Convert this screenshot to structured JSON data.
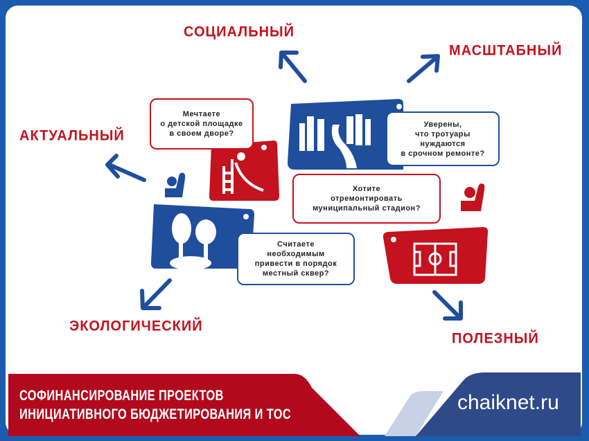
{
  "labels": {
    "social": "СОЦИАЛЬНЫЙ",
    "scale": "МАСШТАБНЫЙ",
    "actual": "АКТУАЛЬНЫЙ",
    "ecological": "ЭКОЛОГИЧЕСКИЙ",
    "useful": "ПОЛЕЗНЫЙ"
  },
  "bubbles": {
    "playground": [
      "Мечтаете",
      "о детской площадке",
      "в своем дворе?"
    ],
    "sidewalks": [
      "Уверены,",
      "что тротуары",
      "нуждаются",
      "в срочном ремонте?"
    ],
    "stadium": [
      "Хотите",
      "отремонтировать",
      "муниципальный стадион?"
    ],
    "square": [
      "Считаете",
      "необходимым",
      "привести в порядок",
      "местный сквер?"
    ]
  },
  "banner": {
    "line1": "СОФИНАНСИРОВАНИЕ ПРОЕКТОВ",
    "line2": "ИНИЦИАТИВНОГО БЮДЖЕТИРОВАНИЯ И ТОС",
    "logo": "chaiknet.ru"
  },
  "colors": {
    "red": "#c4121e",
    "blue": "#1f4e9c",
    "frame": "#1b5cae"
  }
}
